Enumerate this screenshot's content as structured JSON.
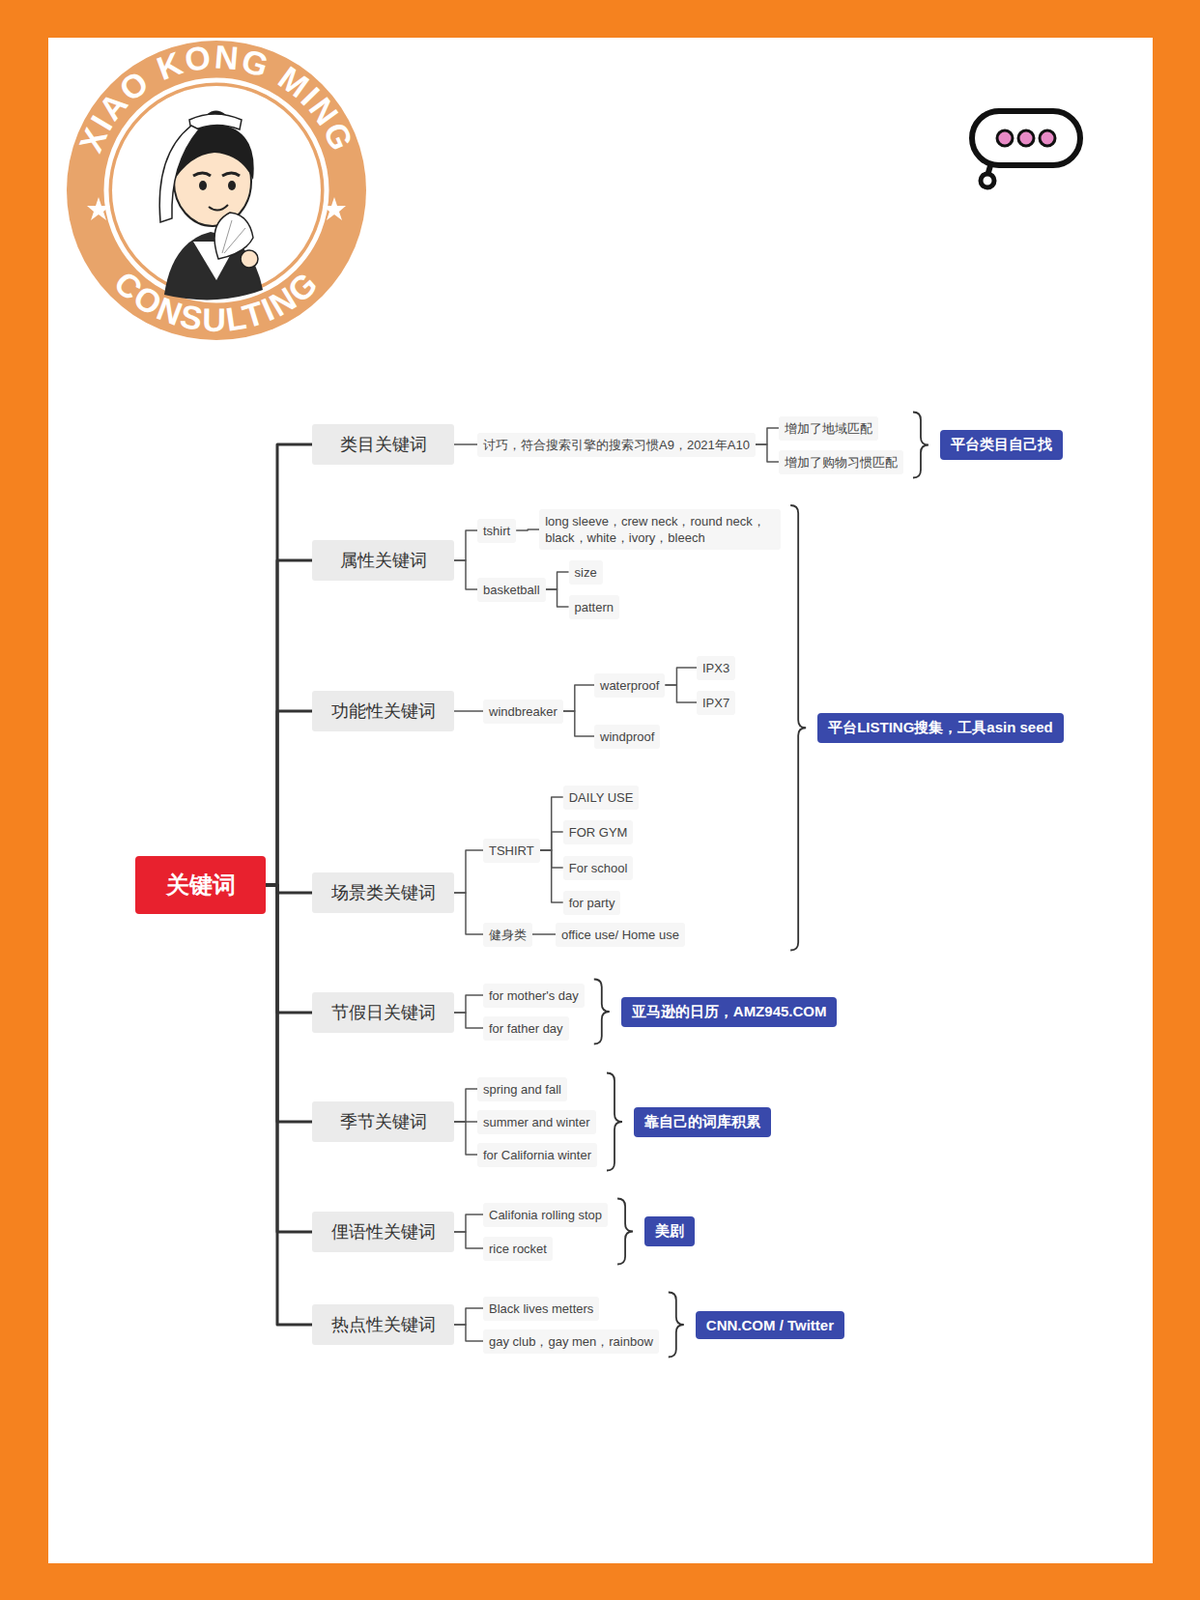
{
  "diagram": {
    "nodes": [
      {
        "text": [
          "关键词"
        ]
      },
      {
        "text": [
          "类目关键词"
        ]
      },
      {
        "text": [
          "讨巧，符合搜索引擎的搜索习惯A9，2021年A10"
        ]
      },
      {
        "text": [
          "增加了地域匹配"
        ]
      },
      {
        "text": [
          "增加了购物习惯匹配"
        ]
      },
      {
        "text": [
          "平台类目自己找"
        ]
      },
      {
        "text": [
          "属性关键词"
        ]
      },
      {
        "text": [
          "tshirt"
        ]
      },
      {
        "text": [
          "long sleeve，crew neck，round neck，black，white，ivory，bleech"
        ]
      },
      {
        "text": [
          "basketball"
        ]
      },
      {
        "text": [
          "size"
        ]
      },
      {
        "text": [
          "pattern"
        ]
      },
      {
        "text": [
          "功能性关键词"
        ]
      },
      {
        "text": [
          "windbreaker"
        ]
      },
      {
        "text": [
          "waterproof"
        ]
      },
      {
        "text": [
          "IPX3"
        ]
      },
      {
        "text": [
          "IPX7"
        ]
      },
      {
        "text": [
          "windproof"
        ]
      },
      {
        "text": [
          "场景类关键词"
        ]
      },
      {
        "text": [
          "TSHIRT"
        ]
      },
      {
        "text": [
          "DAILY USE"
        ]
      },
      {
        "text": [
          "FOR GYM"
        ]
      },
      {
        "text": [
          "For school"
        ]
      },
      {
        "text": [
          "for party"
        ]
      },
      {
        "text": [
          "健身类"
        ]
      },
      {
        "text": [
          "office use/ Home use"
        ]
      },
      {
        "text": [
          "平台LISTING搜集，工具asin seed"
        ]
      },
      {
        "text": [
          "节假日关键词"
        ]
      },
      {
        "text": [
          "for mother's day"
        ]
      },
      {
        "text": [
          "for father day"
        ]
      },
      {
        "text": [
          "亚马逊的日历，AMZ945.COM"
        ]
      },
      {
        "text": [
          "季节关键词"
        ]
      },
      {
        "text": [
          "spring and fall"
        ]
      },
      {
        "text": [
          "summer and winter"
        ]
      },
      {
        "text": [
          "for California winter"
        ]
      },
      {
        "text": [
          "靠自己的词库积累"
        ]
      },
      {
        "text": [
          "俚语性关键词"
        ]
      },
      {
        "text": [
          "Califonia rolling stop"
        ]
      },
      {
        "text": [
          "rice rocket"
        ]
      },
      {
        "text": [
          "美剧"
        ]
      },
      {
        "text": [
          "热点性关键词"
        ]
      },
      {
        "text": [
          "Black lives metters"
        ]
      },
      {
        "text": [
          "gay club，gay men，rainbow"
        ]
      },
      {
        "text": [
          "CNN.COM / Twitter"
        ]
      }
    ],
    "edges": [
      {
        "from": 0,
        "to": 1,
        "arrow": "none"
      },
      {
        "from": 0,
        "to": 6,
        "arrow": "none"
      },
      {
        "from": 0,
        "to": 12,
        "arrow": "none"
      },
      {
        "from": 0,
        "to": 18,
        "arrow": "none"
      },
      {
        "from": 0,
        "to": 27,
        "arrow": "none"
      },
      {
        "from": 0,
        "to": 31,
        "arrow": "none"
      },
      {
        "from": 0,
        "to": 36,
        "arrow": "none"
      },
      {
        "from": 0,
        "to": 40,
        "arrow": "none"
      },
      {
        "from": 1,
        "to": 2,
        "arrow": "none"
      },
      {
        "from": 2,
        "to": 3,
        "arrow": "none"
      },
      {
        "from": 2,
        "to": 4,
        "arrow": "none"
      },
      {
        "from": 6,
        "to": 7,
        "arrow": "none"
      },
      {
        "from": 6,
        "to": 9,
        "arrow": "none"
      },
      {
        "from": 7,
        "to": 8,
        "arrow": "none"
      },
      {
        "from": 9,
        "to": 10,
        "arrow": "none"
      },
      {
        "from": 9,
        "to": 11,
        "arrow": "none"
      },
      {
        "from": 12,
        "to": 13,
        "arrow": "none"
      },
      {
        "from": 13,
        "to": 14,
        "arrow": "none"
      },
      {
        "from": 13,
        "to": 17,
        "arrow": "none"
      },
      {
        "from": 14,
        "to": 15,
        "arrow": "none"
      },
      {
        "from": 14,
        "to": 16,
        "arrow": "none"
      },
      {
        "from": 18,
        "to": 19,
        "arrow": "none"
      },
      {
        "from": 18,
        "to": 24,
        "arrow": "none"
      },
      {
        "from": 19,
        "to": 20,
        "arrow": "none"
      },
      {
        "from": 19,
        "to": 21,
        "arrow": "none"
      },
      {
        "from": 19,
        "to": 22,
        "arrow": "none"
      },
      {
        "from": 19,
        "to": 23,
        "arrow": "none"
      },
      {
        "from": 24,
        "to": 25,
        "arrow": "none"
      },
      {
        "from": 27,
        "to": 28,
        "arrow": "none"
      },
      {
        "from": 27,
        "to": 29,
        "arrow": "none"
      },
      {
        "from": 31,
        "to": 32,
        "arrow": "none"
      },
      {
        "from": 31,
        "to": 33,
        "arrow": "none"
      },
      {
        "from": 31,
        "to": 34,
        "arrow": "none"
      },
      {
        "from": 36,
        "to": 37,
        "arrow": "none"
      },
      {
        "from": 36,
        "to": 38,
        "arrow": "none"
      },
      {
        "from": 40,
        "to": 41,
        "arrow": "none"
      },
      {
        "from": 40,
        "to": 42,
        "arrow": "none"
      }
    ],
    "labels": [
      "XIAO KONG MING",
      "CONSULTING"
    ]
  }
}
